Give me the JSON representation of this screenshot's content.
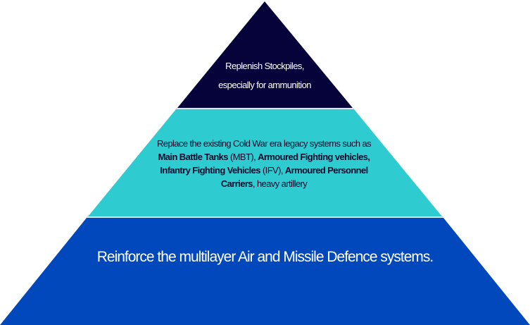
{
  "colors": {
    "top": "#05033a",
    "middle": "#2ecbd1",
    "bottom": "#0048bb",
    "separator": "#d8e8f0"
  },
  "tiers": {
    "top": {
      "line1": "Replenish Stockpiles,",
      "line2": "especially for ammunition"
    },
    "middle": {
      "p1": "Replace the existing Cold War era legacy systems such as ",
      "b1": "Main Battle Tanks",
      "p2": " (MBT), ",
      "b2": "Armoured Fighting vehicles, Infantry Fighting Vehicles",
      "p3": " (IFV), ",
      "b3": "Armoured Personnel Carriers",
      "p4": ", heavy artillery"
    },
    "bottom": {
      "text": "Reinforce the multilayer Air and Missile Defence systems."
    }
  }
}
